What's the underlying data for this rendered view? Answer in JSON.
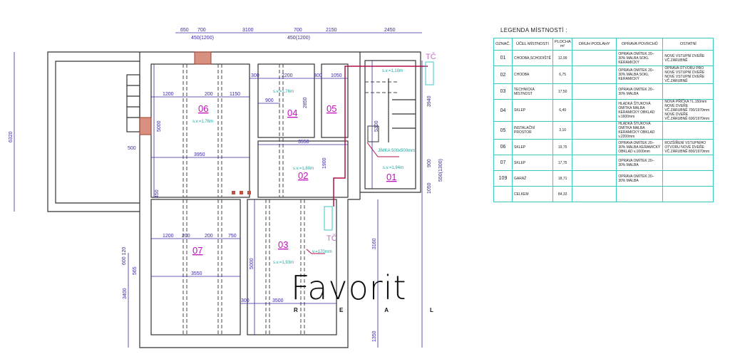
{
  "plan": {
    "top_dims": [
      "650",
      "700",
      "3100",
      "700",
      "2150",
      "2450"
    ],
    "top_sub": [
      "450(1200)",
      "450(1200)"
    ],
    "rooms": [
      {
        "id": "06",
        "sv": "s.v.=1,76m"
      },
      {
        "id": "04",
        "sv": "s.v.=1,76m"
      },
      {
        "id": "05",
        "sv": ""
      },
      {
        "id": "02",
        "sv": "s.v.=1,80m"
      },
      {
        "id": "01",
        "sv": "s.v.=1,94m"
      },
      {
        "id": "07",
        "sv": ""
      },
      {
        "id": "03",
        "sv": "s.v.=1,93m"
      }
    ],
    "sv_top_right": "s.v.=1,10m",
    "inner_dims": [
      "1200",
      "200",
      "1150",
      "300",
      "2200",
      "300",
      "1050",
      "900",
      "2850",
      "5000",
      "500",
      "3950",
      "3550",
      "1900",
      "5300",
      "450",
      "1200",
      "200",
      "200",
      "750",
      "3550",
      "5000",
      "300",
      "3500"
    ],
    "side_dims": [
      "6320",
      "3940",
      "900",
      "550(1300)",
      "1050",
      "3160",
      "1350",
      "3400",
      "600 120",
      "565"
    ],
    "jimka": "JÍMKA 500x500mm",
    "tc": "TČ",
    "v_label": "v.=170mm",
    "colors": {
      "walls": "#333333",
      "dims": "#3a2aa0",
      "room_labels": "#c010c0",
      "heights": "#1aa8a0",
      "pipe": "#b0104a",
      "chimney": "#c05040"
    }
  },
  "watermark": {
    "brand": "Favorit",
    "sub": "R E A L"
  },
  "legend": {
    "title": "LEGENDA MÍSTNOSTÍ :",
    "headers": [
      "OZNAČ.",
      "ÚČEL MÍSTNOSTI",
      "PLOCHA m²",
      "DRUH PODLAHY",
      "OPRAVA POVRCHŮ",
      "OSTATNÍ"
    ],
    "rows": [
      {
        "id": "01",
        "use": "CHODBA,SCHODIŠTĚ",
        "area": "12,99",
        "floor": "",
        "repair": "OPRAVA OMÍTEK 20–30% MALBA SOKL KERAMICKÝ",
        "other": "NOVÉ VSTUPNÍ DVEŘE VČ.ZÁRUBNĚ"
      },
      {
        "id": "02",
        "use": "CHODBA",
        "area": "6,75",
        "floor": "",
        "repair": "OPRAVA OMÍTEK 20–30% MALBA SOKL KERAMICKÝ",
        "other": "OPRAVA OTVORU PRO NOVÉ VSTUPNÍ DVEŘE NOVÉ VSTUPNÍ DVEŘE VČ.ZÁRUBNĚ"
      },
      {
        "id": "03",
        "use": "TECHNICKÁ MÍSTNOST",
        "area": "17,50",
        "floor": "",
        "repair": "OPRAVA OMÍTEK 20–30% MALBA",
        "other": ""
      },
      {
        "id": "04",
        "use": "SKLEP",
        "area": "6,49",
        "floor": "",
        "repair": "HLADKÁ ŠTUKOVÁ OMÍTKA MALBA KERAMICKÝ OBKLAD v.1600mm",
        "other": "NOVÁ PŘÍČKA TL.150mm NOVÉ DVEŘE VČ.ZÁRUBNĚ 700/1970mm NOVÉ DVEŘE VČ.ZÁRUBNĚ 600/1970mm"
      },
      {
        "id": "05",
        "use": "INSTALAČNÍ PROSTOR",
        "area": "3,10",
        "floor": "",
        "repair": "HLADKÁ ŠTUKOVÁ OMÍTKA MALBA KERAMICKÝ OBKLAD v.2200mm",
        "other": ""
      },
      {
        "id": "06",
        "use": "SKLEP",
        "area": "19,75",
        "floor": "",
        "repair": "OPRAVA OMÍTEK 20–30% MALBA KERAMICKÝ OBKLAD v.1600mm",
        "other": "ROZŠÍŘENÍ VSTUPNÍHO OTVORU NOVÉ DVEŘE VČ.ZÁRUBNĚ 800/1970mm"
      },
      {
        "id": "07",
        "use": "SKLEP",
        "area": "17,75",
        "floor": "",
        "repair": "OPRAVA OMÍTEK 20–30% MALBA",
        "other": ""
      },
      {
        "id": "109",
        "use": "GARÁŽ",
        "area": "18,71",
        "floor": "",
        "repair": "OPRAVA OMÍTEK 20–30% MALBA",
        "other": ""
      },
      {
        "id": "",
        "use": "CELKEM",
        "area": "84,33",
        "floor": "",
        "repair": "",
        "other": ""
      }
    ]
  }
}
